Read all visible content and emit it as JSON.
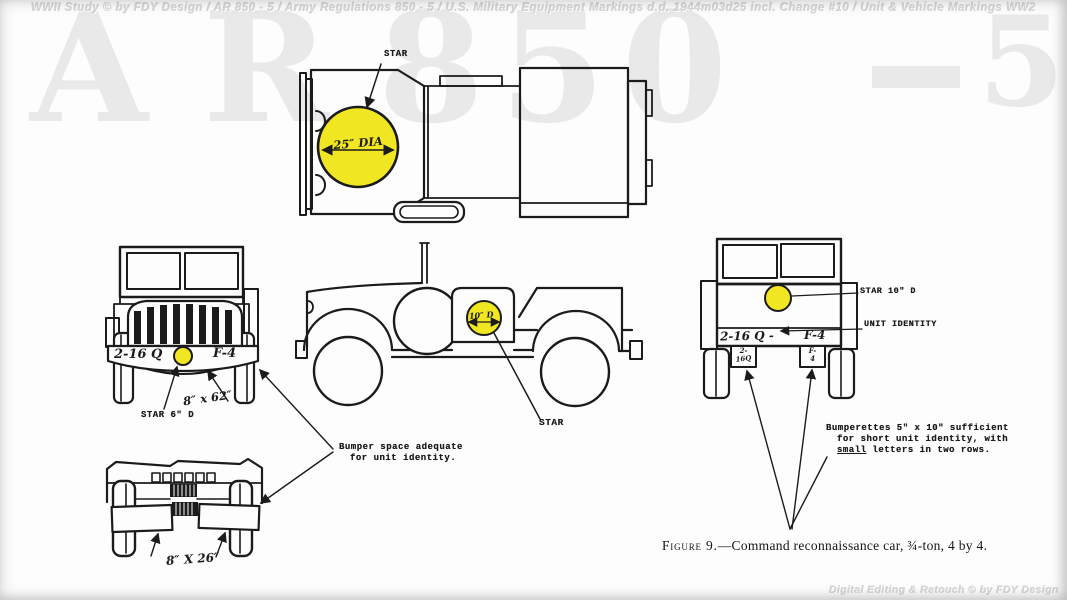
{
  "page": {
    "header_watermark": "WWII Study © by FDY Design / AR 850 - 5 / Army Regulations 850 - 5 / U.S. Military Equipment Markings d.d. 1944m03d25 incl. Change #10 / Unit & Vehicle Markings WW2",
    "footer_watermark": "Digital Editing & Retouch © by FDY Design",
    "giant_watermark": {
      "part_ar": "AR",
      "part_850": "850",
      "part_5": "5"
    }
  },
  "figure": {
    "caption_label": "Figure 9.",
    "caption_text": "—Command reconnaissance car, ¾-ton, 4 by 4."
  },
  "top_view": {
    "star_label": "STAR",
    "star_diameter": "25″ DIA"
  },
  "front_view": {
    "bumper_left_marking": "2-16 Q",
    "bumper_right_marking": "F-4",
    "star_label": "STAR 6″ D",
    "bumper_dimension": "8″ x 62″"
  },
  "side_view": {
    "star_label": "STAR",
    "star_diameter": "10″ D"
  },
  "rear_view": {
    "unit_identity_left": "2-16 Q -",
    "unit_identity_right": "F-4",
    "bumperette_left_line1": "2-",
    "bumperette_left_line2": "16Q",
    "bumperette_right_line1": "F-",
    "bumperette_right_line2": "4",
    "star_label": "STAR 10″ D",
    "unit_identity_label": "UNIT IDENTITY"
  },
  "bottom_view": {
    "panel_dimension": "8″ X 26″"
  },
  "notes": {
    "bumper_note_line1": "Bumper space adequate",
    "bumper_note_line2": "for unit identity.",
    "bumperette_note_line1": "Bumperettes 5″ x 10″ sufficient",
    "bumperette_note_line2": "for short unit identity, with",
    "bumperette_note_line3_underlined": "small",
    "bumperette_note_line3_rest": " letters in two rows."
  },
  "colors": {
    "star_yellow": "#f0e622",
    "ink": "#1b1b1b",
    "watermark_gray": "#e9e9e9"
  }
}
